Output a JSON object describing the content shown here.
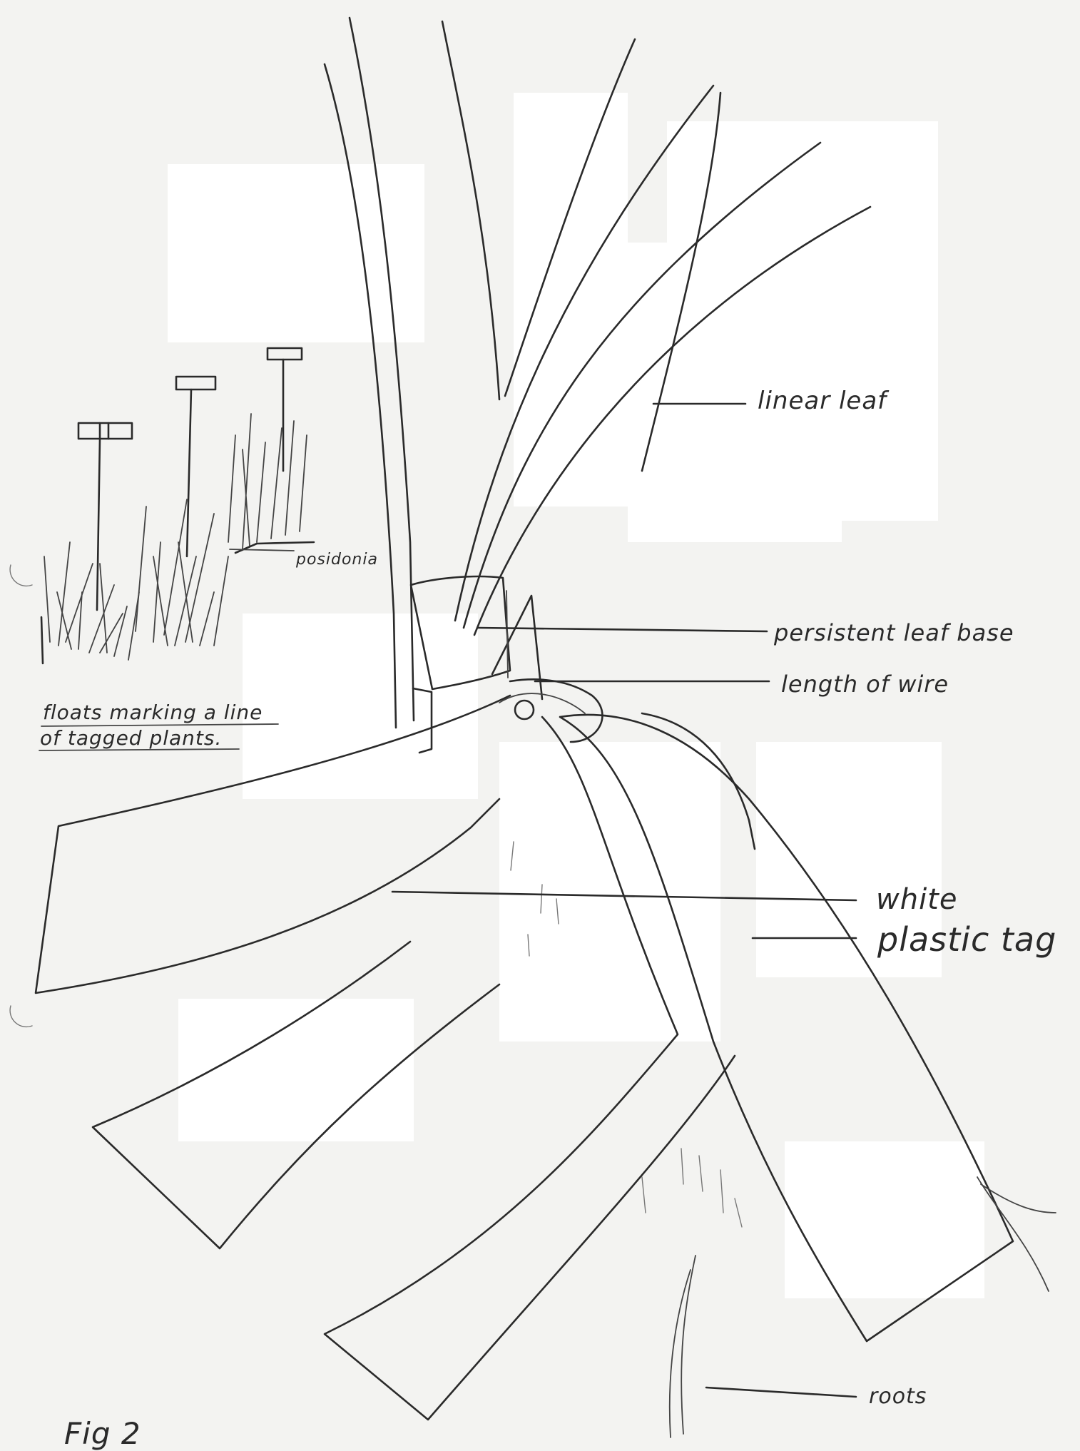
{
  "labels": {
    "linear_leaf": "linear leaf",
    "persistent_leaf_base": "persistent leaf base",
    "length_of_wire": "length of wire",
    "white": "white",
    "plastic_tag": "plastic tag",
    "roots": "roots",
    "posidonia": "posidonia",
    "floats_line1": "floats marking a line",
    "floats_line2": "of tagged plants.",
    "figure_label": "Fig 2"
  }
}
